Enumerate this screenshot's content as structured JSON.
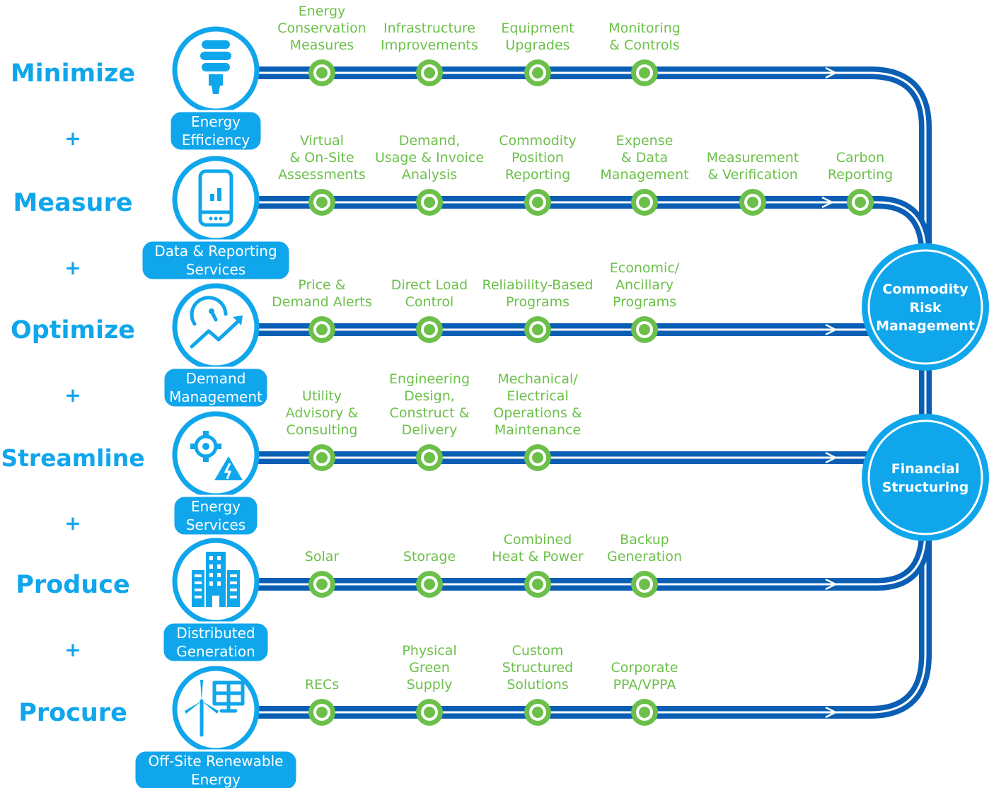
{
  "colors": {
    "brand_blue": "#10a6ec",
    "track_blue": "#0a5fb4",
    "node_green": "#6cc04a",
    "step_text_green": "#6cc04a"
  },
  "rows": [
    {
      "action": "Minimize",
      "icon": "lightbulb-icon",
      "service_lines": [
        "Energy",
        "Efficiency"
      ],
      "steps": [
        {
          "lines": [
            "Energy",
            "Conservation",
            "Measures"
          ]
        },
        {
          "lines": [
            "Infrastructure",
            "Improvements"
          ]
        },
        {
          "lines": [
            "Equipment",
            "Upgrades"
          ]
        },
        {
          "lines": [
            "Monitoring",
            "& Controls"
          ]
        }
      ]
    },
    {
      "action": "Measure",
      "icon": "smartphone-chart-icon",
      "service_lines": [
        "Data & Reporting",
        "Services"
      ],
      "steps": [
        {
          "lines": [
            "Virtual",
            "& On-Site",
            "Assessments"
          ]
        },
        {
          "lines": [
            "Demand,",
            "Usage & Invoice",
            "Analysis"
          ]
        },
        {
          "lines": [
            "Commodity",
            "Position",
            "Reporting"
          ]
        },
        {
          "lines": [
            "Expense",
            "& Data",
            "Management"
          ]
        },
        {
          "lines": [
            "Measurement",
            "& Verification"
          ]
        },
        {
          "lines": [
            "Carbon",
            "Reporting"
          ]
        }
      ]
    },
    {
      "action": "Optimize",
      "icon": "gauge-trend-icon",
      "service_lines": [
        "Demand",
        "Management"
      ],
      "steps": [
        {
          "lines": [
            "Price &",
            "Demand Alerts"
          ]
        },
        {
          "lines": [
            "Direct Load",
            "Control"
          ]
        },
        {
          "lines": [
            "Reliability-Based",
            "Programs"
          ]
        },
        {
          "lines": [
            "Economic/",
            "Ancillary",
            "Programs"
          ]
        }
      ]
    },
    {
      "action": "Streamline",
      "icon": "gear-warning-icon",
      "service_lines": [
        "Energy",
        "Services"
      ],
      "steps": [
        {
          "lines": [
            "Utility",
            "Advisory &",
            "Consulting"
          ]
        },
        {
          "lines": [
            "Engineering",
            "Design,",
            "Construct &",
            "Delivery"
          ]
        },
        {
          "lines": [
            "Mechanical/",
            "Electrical",
            "Operations &",
            "Maintenance"
          ]
        }
      ]
    },
    {
      "action": "Produce",
      "icon": "building-icon",
      "service_lines": [
        "Distributed",
        "Generation"
      ],
      "steps": [
        {
          "lines": [
            "Solar"
          ]
        },
        {
          "lines": [
            "Storage"
          ]
        },
        {
          "lines": [
            "Combined",
            "Heat & Power"
          ]
        },
        {
          "lines": [
            "Backup",
            "Generation"
          ]
        }
      ]
    },
    {
      "action": "Procure",
      "icon": "wind-solar-icon",
      "service_lines": [
        "Off-Site Renewable",
        "Energy"
      ],
      "steps": [
        {
          "lines": [
            "RECs"
          ]
        },
        {
          "lines": [
            "Physical",
            "Green",
            "Supply"
          ]
        },
        {
          "lines": [
            "Custom",
            "Structured",
            "Solutions"
          ]
        },
        {
          "lines": [
            "Corporate",
            "PPA/VPPA"
          ]
        }
      ]
    }
  ],
  "plus_sign": "+",
  "hubs": [
    {
      "lines": [
        "Commodity",
        "Risk",
        "Management"
      ]
    },
    {
      "lines": [
        "Financial",
        "Structuring"
      ]
    }
  ]
}
